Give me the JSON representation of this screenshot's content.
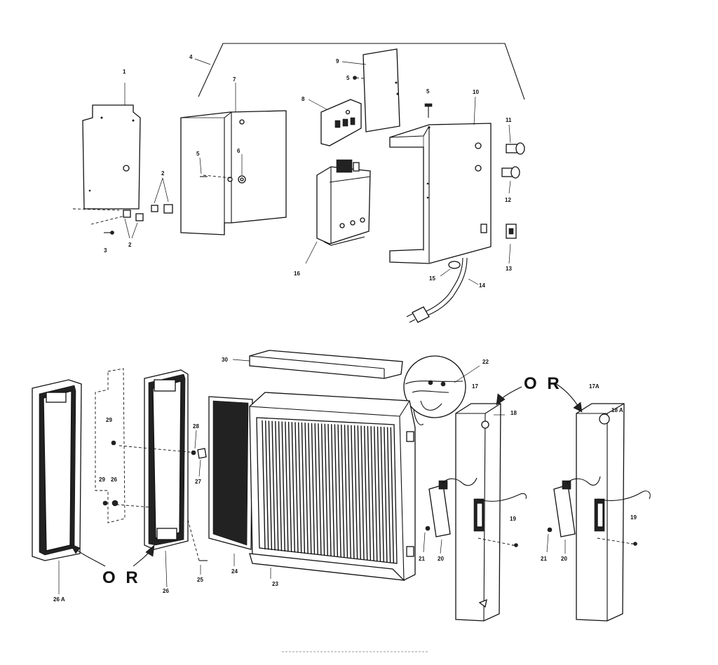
{
  "callouts": [
    {
      "id": "c1",
      "text": "1"
    },
    {
      "id": "c2a",
      "text": "2"
    },
    {
      "id": "c2b",
      "text": "2"
    },
    {
      "id": "c3",
      "text": "3"
    },
    {
      "id": "c4",
      "text": "4"
    },
    {
      "id": "c5a",
      "text": "5"
    },
    {
      "id": "c5b",
      "text": "5"
    },
    {
      "id": "c5c",
      "text": "5"
    },
    {
      "id": "c6",
      "text": "6"
    },
    {
      "id": "c7",
      "text": "7"
    },
    {
      "id": "c8",
      "text": "8"
    },
    {
      "id": "c9",
      "text": "9"
    },
    {
      "id": "c10",
      "text": "10"
    },
    {
      "id": "c11",
      "text": "11"
    },
    {
      "id": "c12",
      "text": "12"
    },
    {
      "id": "c13",
      "text": "13"
    },
    {
      "id": "c14",
      "text": "14"
    },
    {
      "id": "c15",
      "text": "15"
    },
    {
      "id": "c16",
      "text": "16"
    },
    {
      "id": "c17",
      "text": "17"
    },
    {
      "id": "c17a",
      "text": "17A"
    },
    {
      "id": "c18",
      "text": "18"
    },
    {
      "id": "c18a",
      "text": "18 A"
    },
    {
      "id": "c19a",
      "text": "19"
    },
    {
      "id": "c19b",
      "text": "19"
    },
    {
      "id": "c20a",
      "text": "20"
    },
    {
      "id": "c20b",
      "text": "20"
    },
    {
      "id": "c21a",
      "text": "21"
    },
    {
      "id": "c21b",
      "text": "21"
    },
    {
      "id": "c22",
      "text": "22"
    },
    {
      "id": "c23",
      "text": "23"
    },
    {
      "id": "c24",
      "text": "24"
    },
    {
      "id": "c25",
      "text": "25"
    },
    {
      "id": "c26",
      "text": "26"
    },
    {
      "id": "c26a",
      "text": "26 A"
    },
    {
      "id": "c27",
      "text": "27"
    },
    {
      "id": "c28",
      "text": "28"
    },
    {
      "id": "c29a",
      "text": "29"
    },
    {
      "id": "c29b",
      "text": "29"
    },
    {
      "id": "c26b",
      "text": "26"
    },
    {
      "id": "c30",
      "text": "30"
    }
  ],
  "or_labels": [
    {
      "id": "or1",
      "text": "O R"
    },
    {
      "id": "or2",
      "text": "O R"
    }
  ]
}
